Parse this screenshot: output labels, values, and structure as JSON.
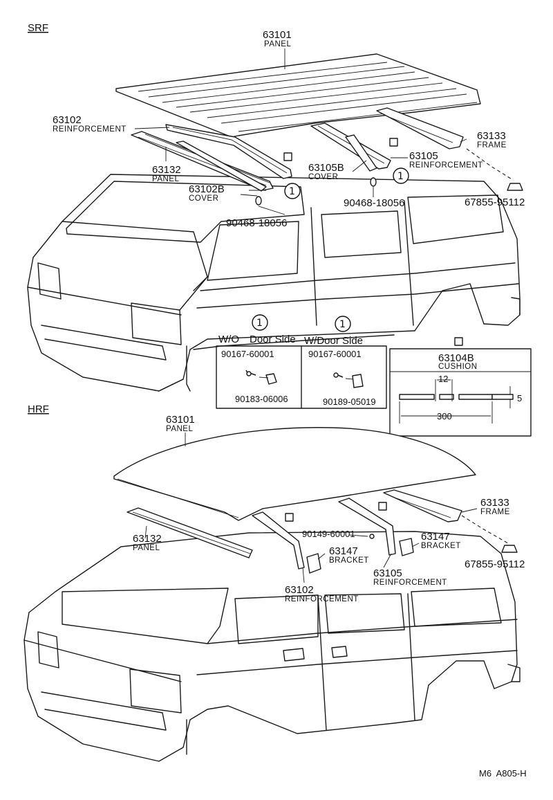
{
  "sections": {
    "srf": "SRF",
    "hrf": "HRF"
  },
  "srf_parts": {
    "p63101": {
      "num": "63101",
      "name": "PANEL"
    },
    "p63102": {
      "num": "63102",
      "name": "REINFORCEMENT"
    },
    "p63132": {
      "num": "63132",
      "name": "PANEL"
    },
    "p63102b": {
      "num": "63102B",
      "name": "COVER"
    },
    "p90468a": {
      "num": "90468-18056"
    },
    "p63105b": {
      "num": "63105B",
      "name": "COVER"
    },
    "p63105": {
      "num": "63105",
      "name": "REINFORCEMENT"
    },
    "p90468b": {
      "num": "90468-18056"
    },
    "p63133": {
      "num": "63133",
      "name": "FRAME"
    },
    "p67855": {
      "num": "67855-95112"
    }
  },
  "callouts": {
    "one": "1"
  },
  "detail": {
    "wo_label": "W/O",
    "door_side_1": "Door Side",
    "w_label": "W/Door Side",
    "wo_parts": [
      "90167-60001",
      "90183-06006"
    ],
    "w_parts": [
      "90167-60001",
      "90189-05019"
    ],
    "cushion_num": "63104B",
    "cushion_name": "CUSHION",
    "dim_12": "12",
    "dim_5": "5",
    "dim_300": "300"
  },
  "hrf_parts": {
    "p63101": {
      "num": "63101",
      "name": "PANEL"
    },
    "p63133": {
      "num": "63133",
      "name": "FRAME"
    },
    "p63132": {
      "num": "63132",
      "name": "PANEL"
    },
    "p90149": {
      "num": "90149-60001"
    },
    "p63147a": {
      "num": "63147",
      "name": "BRACKET"
    },
    "p63147b": {
      "num": "63147",
      "name": "BRACKET"
    },
    "p63102": {
      "num": "63102",
      "name": "REINFORCEMENT"
    },
    "p63105": {
      "num": "63105",
      "name": "REINFORCEMENT"
    },
    "p67855": {
      "num": "67855-95112"
    }
  },
  "footer": {
    "ref": "M6  A805-H"
  }
}
